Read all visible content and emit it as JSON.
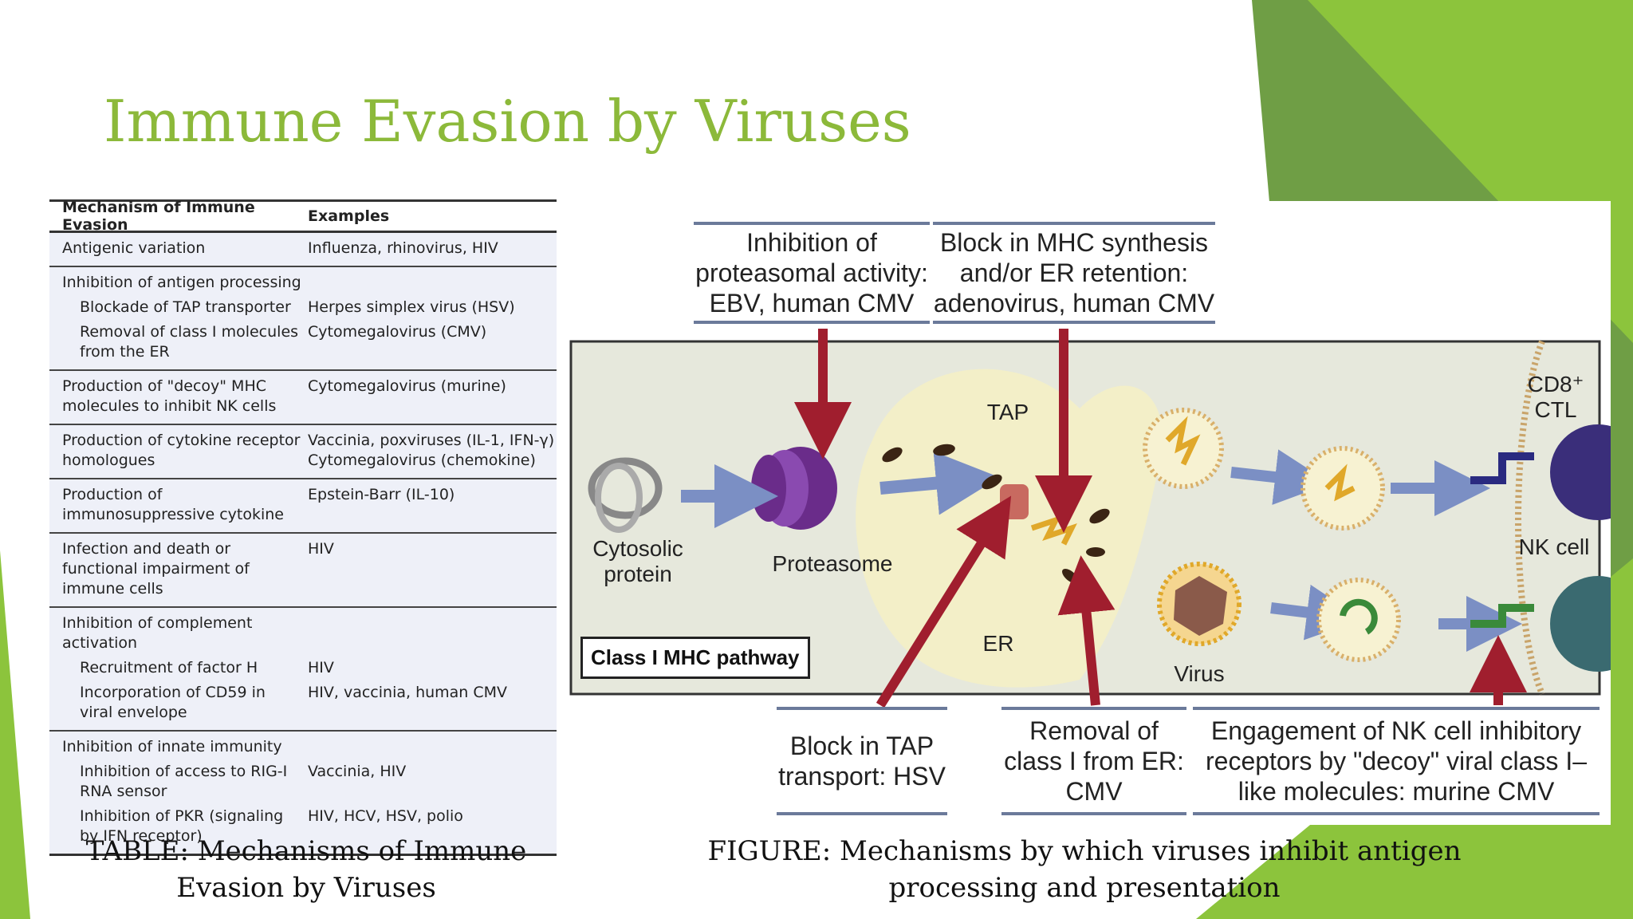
{
  "slide": {
    "title": "Immune Evasion by Viruses",
    "colors": {
      "title": "#8cb93a",
      "accent_dark": "#6b9a3a",
      "accent_light": "#8cc43c"
    }
  },
  "table": {
    "headers": [
      "Mechanism of Immune Evasion",
      "Examples"
    ],
    "groups": [
      {
        "rows": [
          {
            "mechanism": "Antigenic variation",
            "examples": "Influenza, rhinovirus, HIV"
          }
        ]
      },
      {
        "rows": [
          {
            "mechanism": "Inhibition of antigen processing",
            "examples": ""
          },
          {
            "mechanism": "Blockade of TAP transporter",
            "examples": "Herpes simplex virus (HSV)",
            "sub": true
          },
          {
            "mechanism": "Removal of class I molecules from the ER",
            "examples": "Cytomegalovirus (CMV)",
            "sub": true
          }
        ]
      },
      {
        "rows": [
          {
            "mechanism": "Production of \"decoy\" MHC molecules to inhibit NK cells",
            "examples": "Cytomegalovirus (murine)"
          }
        ]
      },
      {
        "rows": [
          {
            "mechanism": "Production of cytokine receptor homologues",
            "examples": "Vaccinia, poxviruses (IL-1, IFN-γ) Cytomegalovirus (chemokine)"
          }
        ]
      },
      {
        "rows": [
          {
            "mechanism": "Production of immunosuppressive cytokine",
            "examples": "Epstein-Barr (IL-10)"
          }
        ]
      },
      {
        "rows": [
          {
            "mechanism": "Infection and death or functional impairment of immune cells",
            "examples": "HIV"
          }
        ]
      },
      {
        "rows": [
          {
            "mechanism": "Inhibition of complement activation",
            "examples": ""
          },
          {
            "mechanism": "Recruitment of factor H",
            "examples": "HIV",
            "sub": true
          },
          {
            "mechanism": "Incorporation of CD59 in viral envelope",
            "examples": "HIV, vaccinia, human CMV",
            "sub": true
          }
        ]
      },
      {
        "rows": [
          {
            "mechanism": "Inhibition of innate immunity",
            "examples": ""
          },
          {
            "mechanism": "Inhibition of access to RIG-I RNA sensor",
            "examples": "Vaccinia, HIV",
            "sub": true
          },
          {
            "mechanism": "Inhibition of PKR (signaling by IFN receptor)",
            "examples": "HIV, HCV, HSV, polio",
            "sub": true
          }
        ]
      }
    ],
    "caption": "TABLE: Mechanisms of Immune Evasion by Viruses"
  },
  "figure": {
    "top_boxes": [
      "Inhibition of proteasomal activity: EBV, human CMV",
      "Block in MHC synthesis and/or ER retention: adenovirus, human CMV"
    ],
    "bottom_boxes": [
      "Block in TAP transport: HSV",
      "Removal of class I from ER: CMV",
      "Engagement of NK cell inhibitory receptors by \"decoy\" viral class I–like molecules: murine CMV"
    ],
    "labels": {
      "cytosolic": "Cytosolic protein",
      "proteasome": "Proteasome",
      "tap": "TAP",
      "er": "ER",
      "virus": "Virus",
      "cd8": "CD8⁺ CTL",
      "nk": "NK cell",
      "pathway": "Class I MHC pathway"
    },
    "caption": "FIGURE: Mechanisms by which viruses inhibit antigen processing and presentation"
  }
}
